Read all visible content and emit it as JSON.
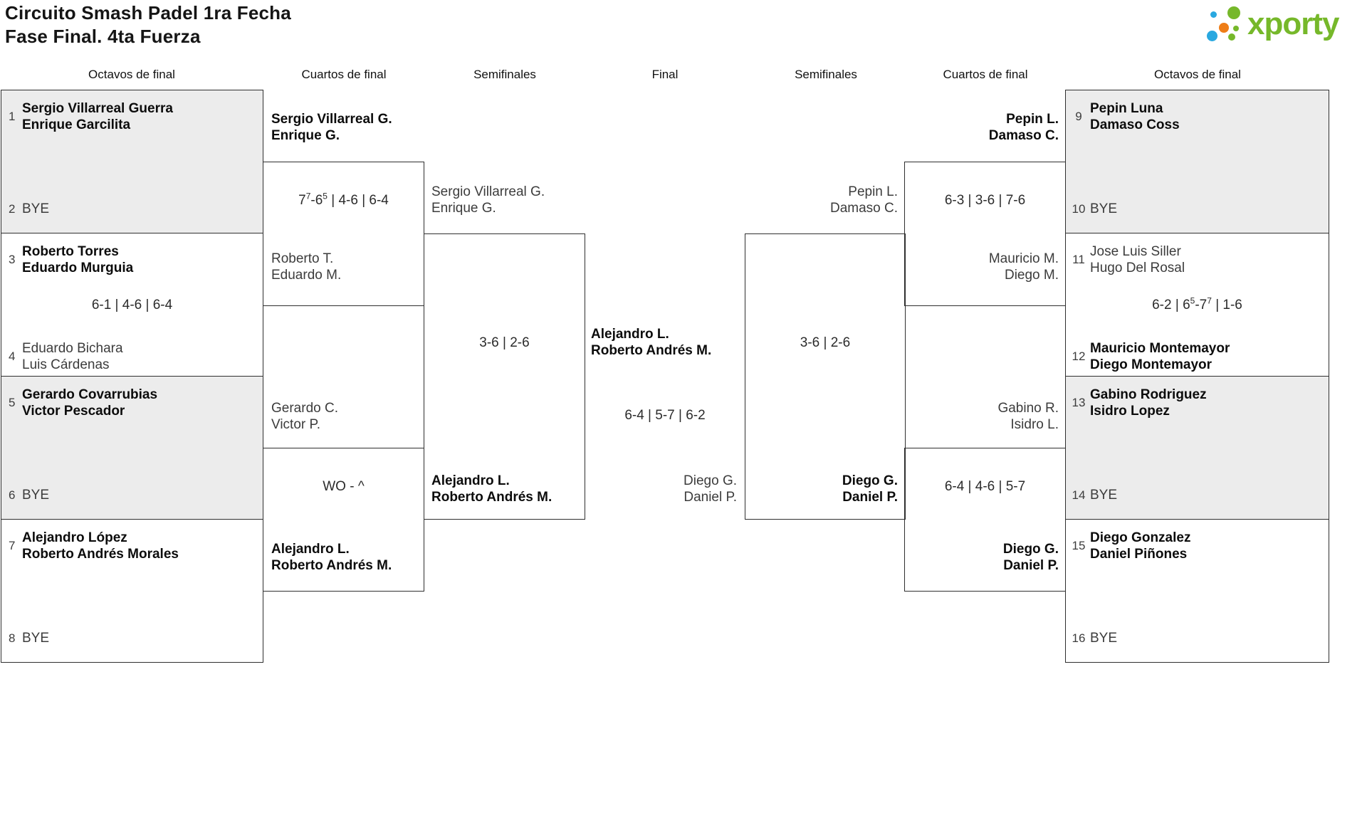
{
  "title": {
    "line1": "Circuito Smash Padel 1ra Fecha",
    "line2": "Fase Final. 4ta Fuerza"
  },
  "logo": {
    "brand": "xporty",
    "colors": {
      "green": "#76b82a",
      "blue": "#29a8e0",
      "orange": "#ee7d17"
    }
  },
  "headers": [
    "Octavos de final",
    "Cuartos de final",
    "Semifinales",
    "Final",
    "Semifinales",
    "Cuartos de final",
    "Octavos de final"
  ],
  "r16_left": [
    {
      "shaded": true,
      "top": {
        "seed": "1",
        "lines": [
          "Sergio Villarreal Guerra",
          "Enrique Garcilita"
        ],
        "bold": true
      },
      "bottom": {
        "seed": "2",
        "lines": [
          "BYE"
        ],
        "bold": false
      },
      "score": null
    },
    {
      "shaded": false,
      "top": {
        "seed": "3",
        "lines": [
          "Roberto Torres",
          "Eduardo Murguia"
        ],
        "bold": true
      },
      "bottom": {
        "seed": "4",
        "lines": [
          "Eduardo Bichara",
          "Luis Cárdenas"
        ],
        "bold": false
      },
      "score": [
        {
          "t": "6-1 | 4-6 | 6-4"
        }
      ]
    },
    {
      "shaded": true,
      "top": {
        "seed": "5",
        "lines": [
          "Gerardo Covarrubias",
          "Victor Pescador"
        ],
        "bold": true
      },
      "bottom": {
        "seed": "6",
        "lines": [
          "BYE"
        ],
        "bold": false
      },
      "score": null
    },
    {
      "shaded": false,
      "top": {
        "seed": "7",
        "lines": [
          "Alejandro López",
          "Roberto Andrés Morales"
        ],
        "bold": true
      },
      "bottom": {
        "seed": "8",
        "lines": [
          "BYE"
        ],
        "bold": false
      },
      "score": null
    }
  ],
  "r16_right": [
    {
      "shaded": true,
      "top": {
        "seed": "9",
        "lines": [
          "Pepin Luna",
          "Damaso Coss"
        ],
        "bold": true
      },
      "bottom": {
        "seed": "10",
        "lines": [
          "BYE"
        ],
        "bold": false
      },
      "score": null
    },
    {
      "shaded": false,
      "top": {
        "seed": "11",
        "lines": [
          "Jose Luis Siller",
          "Hugo Del Rosal"
        ],
        "bold": false
      },
      "bottom": {
        "seed": "12",
        "lines": [
          "Mauricio Montemayor",
          "Diego Montemayor"
        ],
        "bold": true
      },
      "score": [
        {
          "t": "6-2 | 6"
        },
        {
          "sup": "5"
        },
        {
          "t": "-7"
        },
        {
          "sup": "7"
        },
        {
          "t": " | 1-6"
        }
      ]
    },
    {
      "shaded": true,
      "top": {
        "seed": "13",
        "lines": [
          "Gabino Rodriguez",
          "Isidro Lopez"
        ],
        "bold": true
      },
      "bottom": {
        "seed": "14",
        "lines": [
          "BYE"
        ],
        "bold": false
      },
      "score": null
    },
    {
      "shaded": false,
      "top": {
        "seed": "15",
        "lines": [
          "Diego Gonzalez",
          "Daniel Piñones"
        ],
        "bold": true
      },
      "bottom": {
        "seed": "16",
        "lines": [
          "BYE"
        ],
        "bold": false
      },
      "score": null
    }
  ],
  "qf_left": [
    {
      "top": {
        "lines": [
          "Sergio Villarreal G.",
          "Enrique G."
        ],
        "bold": true
      },
      "bottom": {
        "lines": [
          "Roberto T.",
          "Eduardo M."
        ],
        "bold": false
      },
      "score": [
        {
          "t": "7"
        },
        {
          "sup": "7"
        },
        {
          "t": "-6"
        },
        {
          "sup": "5"
        },
        {
          "t": " | 4-6 | 6-4"
        }
      ]
    },
    {
      "top": {
        "lines": [
          "Gerardo C.",
          "Victor P."
        ],
        "bold": false
      },
      "bottom": {
        "lines": [
          "Alejandro L.",
          "Roberto Andrés M."
        ],
        "bold": true
      },
      "score": [
        {
          "t": "WO - ^"
        }
      ]
    }
  ],
  "sf_left": {
    "top": {
      "lines": [
        "Sergio Villarreal G.",
        "Enrique G."
      ],
      "bold": false
    },
    "bottom": {
      "lines": [
        "Alejandro L.",
        "Roberto Andrés M."
      ],
      "bold": true
    },
    "score": [
      {
        "t": "3-6 | 2-6"
      }
    ]
  },
  "final": {
    "left": {
      "lines": [
        "Alejandro L.",
        "Roberto Andrés M."
      ],
      "bold": true
    },
    "right": {
      "lines": [
        "Diego G.",
        "Daniel P."
      ],
      "bold": false
    },
    "score": [
      {
        "t": "6-4 | 5-7 | 6-2"
      }
    ]
  },
  "sf_right": {
    "top": {
      "lines": [
        "Pepin L.",
        "Damaso C."
      ],
      "bold": false
    },
    "bottom": {
      "lines": [
        "Diego G.",
        "Daniel P."
      ],
      "bold": true
    },
    "score": [
      {
        "t": "3-6 | 2-6"
      }
    ]
  },
  "qf_right": [
    {
      "top": {
        "lines": [
          "Pepin L.",
          "Damaso C."
        ],
        "bold": true
      },
      "bottom": {
        "lines": [
          "Mauricio M.",
          "Diego M."
        ],
        "bold": false
      },
      "score": [
        {
          "t": "6-3 | 3-6 | 7-6"
        }
      ]
    },
    {
      "top": {
        "lines": [
          "Gabino R.",
          "Isidro L."
        ],
        "bold": false
      },
      "bottom": {
        "lines": [
          "Diego G.",
          "Daniel P."
        ],
        "bold": true
      },
      "score": [
        {
          "t": "6-4 | 4-6 | 5-7"
        }
      ]
    }
  ]
}
